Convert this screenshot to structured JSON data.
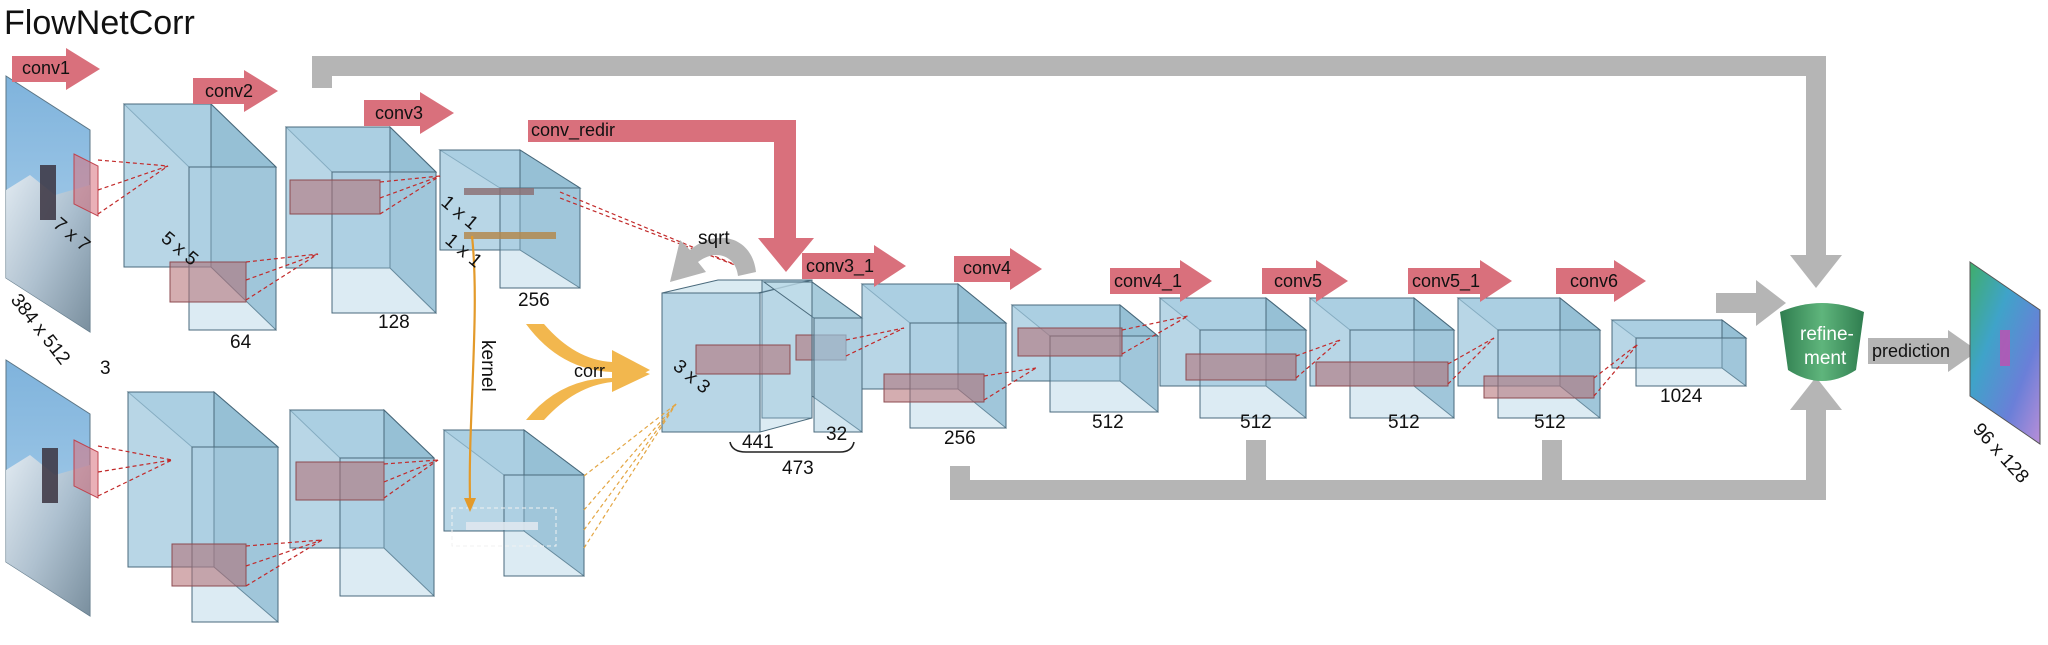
{
  "title": "FlowNetCorr",
  "ops": {
    "conv1": "conv1",
    "conv2": "conv2",
    "conv3": "conv3",
    "conv_redir": "conv_redir",
    "conv3_1": "conv3_1",
    "conv4": "conv4",
    "conv4_1": "conv4_1",
    "conv5": "conv5",
    "conv5_1": "conv5_1",
    "conv6": "conv6",
    "corr": "corr",
    "sqrt": "sqrt",
    "kernel": "kernel",
    "prediction": "prediction",
    "refinement": "refine-\nment"
  },
  "kernel_labels": {
    "k7": "7 x 7",
    "k5": "5 x 5",
    "k1a": "1 x 1",
    "k1b": "1 x 1",
    "k3": "3 x 3"
  },
  "dims": {
    "input_size": "384 x 512",
    "input_channels": "3",
    "c1": "64",
    "c2": "128",
    "c3": "256",
    "corr_ch": "441",
    "redir_ch": "32",
    "concat_ch": "473",
    "c3_1": "256",
    "c4": "512",
    "c4_1": "512",
    "c5": "512",
    "c5_1": "512",
    "c6": "1024",
    "output_size": "96 x 128"
  },
  "colors": {
    "box": "#9cc6dc",
    "op_arrow": "#d9707c",
    "skip_arrow": "#b5b5b5",
    "corr_arrow": "#f2b74e",
    "refinement": "#4a9a6a"
  }
}
